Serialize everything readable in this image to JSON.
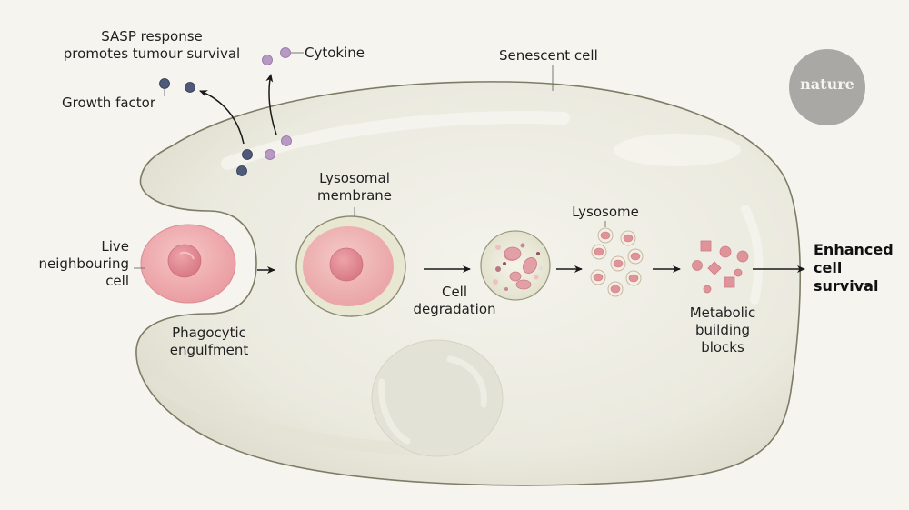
{
  "figure": {
    "publisher_logo": "nature",
    "labels": {
      "sasp_response": [
        "SASP response",
        "promotes tumour survival"
      ],
      "cytokine": "Cytokine",
      "growth_factor": "Growth factor",
      "senescent_cell": "Senescent cell",
      "live_neighbouring_cell": [
        "Live",
        "neighbouring",
        "cell"
      ],
      "phagocytic_engulfment": [
        "Phagocytic",
        "engulfment"
      ],
      "lysosomal_membrane": [
        "Lysosomal",
        "membrane"
      ],
      "cell_degradation": [
        "Cell",
        "degradation"
      ],
      "lysosome": "Lysosome",
      "metabolic_building_blocks": [
        "Metabolic",
        "building",
        "blocks"
      ],
      "enhanced_cell_survival": [
        "Enhanced",
        "cell",
        "survival"
      ]
    },
    "process_steps": [
      "Live neighbouring cell",
      "Phagocytic engulfment",
      "Lysosomal membrane",
      "Cell degradation",
      "Lysosome",
      "Metabolic building blocks",
      "Enhanced cell survival"
    ],
    "colors": {
      "background": "#f5f4ef",
      "senescent_cell_fill": "#e6e5d9",
      "senescent_cell_outline": "#7d7c66",
      "live_cell": "#eda5a8",
      "nucleus": "#d97c85",
      "growth_factor": "#4f5a78",
      "cytokine": "#b799c4",
      "lysosome_outline": "#c9c8a8",
      "building_block": "#e0949a",
      "logo": "#a9a8a4"
    }
  }
}
